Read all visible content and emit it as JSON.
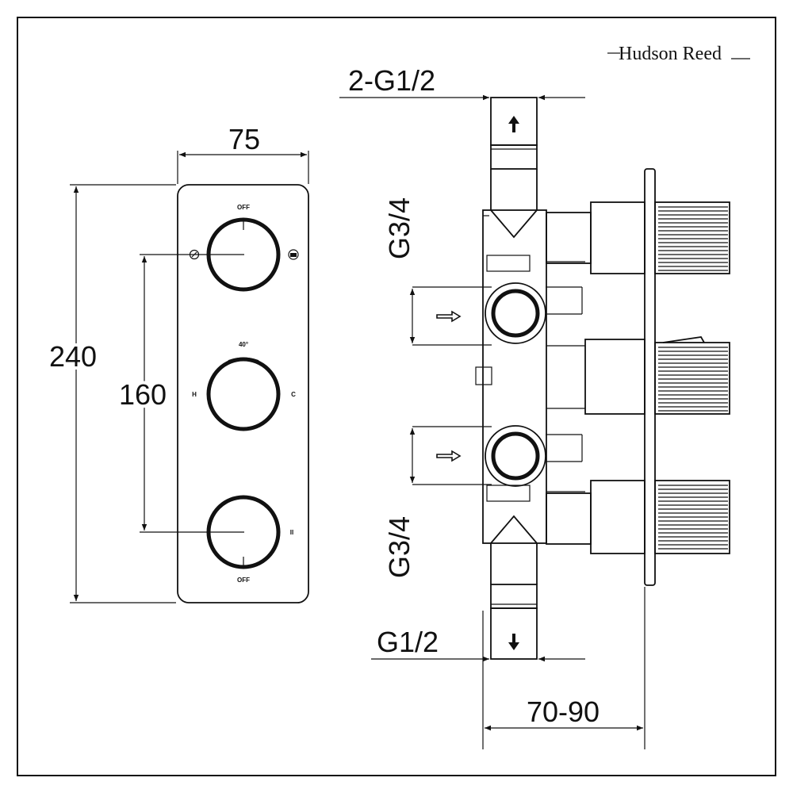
{
  "brand": {
    "name": "Hudson Reed"
  },
  "front_view": {
    "width_dim": "75",
    "height_dim": "240",
    "spacing_dim": "160",
    "top_knob_label": "OFF",
    "middle_knob_top_label": "40°",
    "middle_knob_left_label": "H",
    "middle_knob_right_label": "C",
    "bottom_knob_label": "OFF",
    "bottom_knob_right_label": "II"
  },
  "side_view": {
    "top_outlet_dim": "2-G1/2",
    "upper_inlet_dim": "G3/4",
    "lower_inlet_dim": "G3/4",
    "bottom_outlet_dim": "G1/2",
    "depth_dim": "70-90"
  }
}
